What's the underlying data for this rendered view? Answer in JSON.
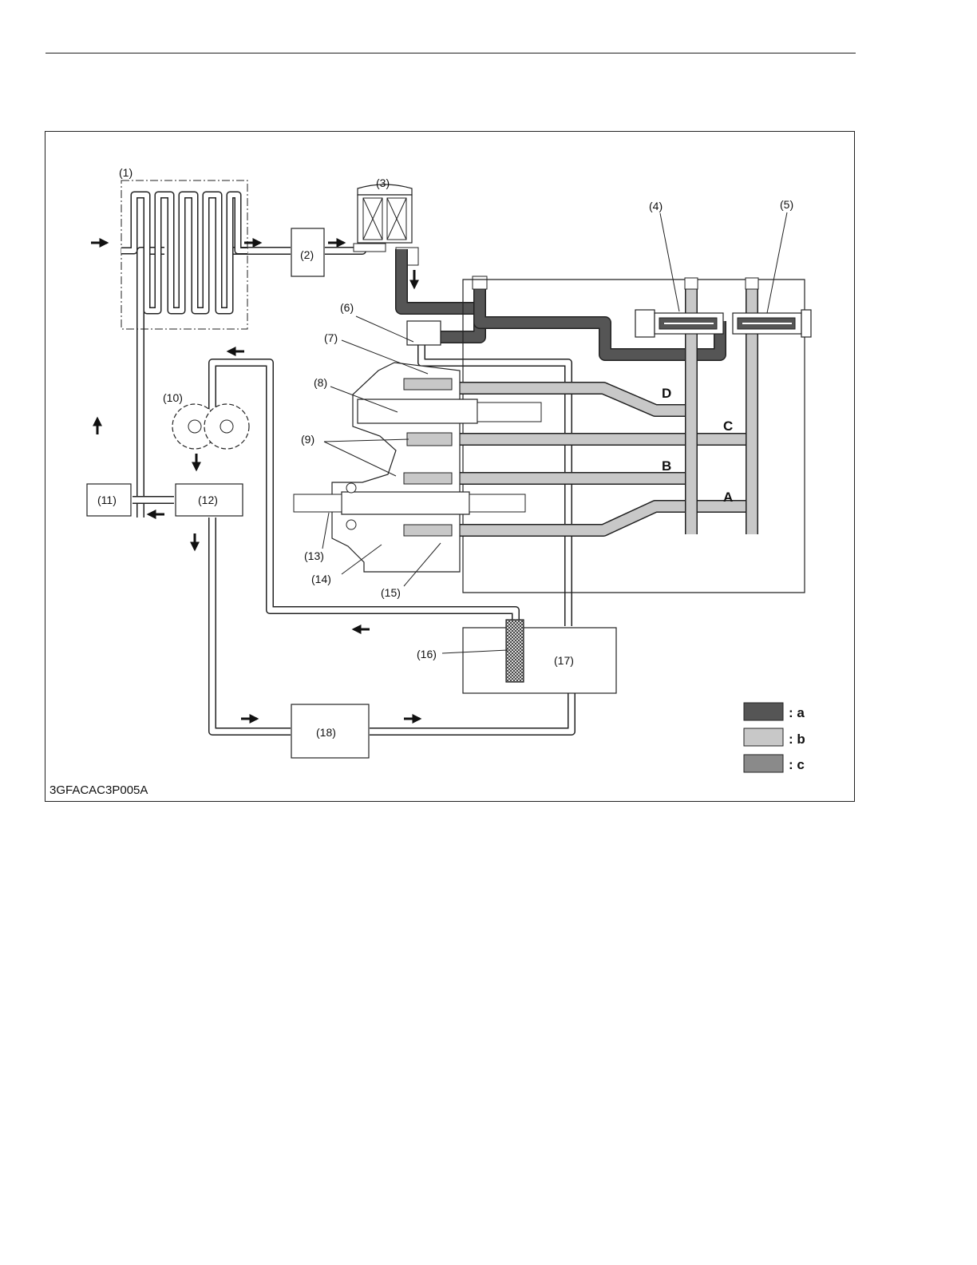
{
  "diagram": {
    "component_labels": [
      "(1)",
      "(2)",
      "(3)",
      "(4)",
      "(5)",
      "(6)",
      "(7)",
      "(8)",
      "(9)",
      "(10)",
      "(11)",
      "(12)",
      "(13)",
      "(14)",
      "(15)",
      "(16)",
      "(17)",
      "(18)"
    ],
    "port_labels": [
      "D",
      "C",
      "B",
      "A"
    ],
    "legend": [
      {
        "label": ": a",
        "color": "#555555"
      },
      {
        "label": ": b",
        "color": "#c8c8c8"
      },
      {
        "label": ": c",
        "color": "#8a8a8a"
      }
    ],
    "figure_id": "3GFACAC3P005A"
  },
  "colors": {
    "line": "#222222",
    "fill_a": "#555555",
    "fill_b": "#c8c8c8",
    "fill_c": "#8a8a8a"
  }
}
